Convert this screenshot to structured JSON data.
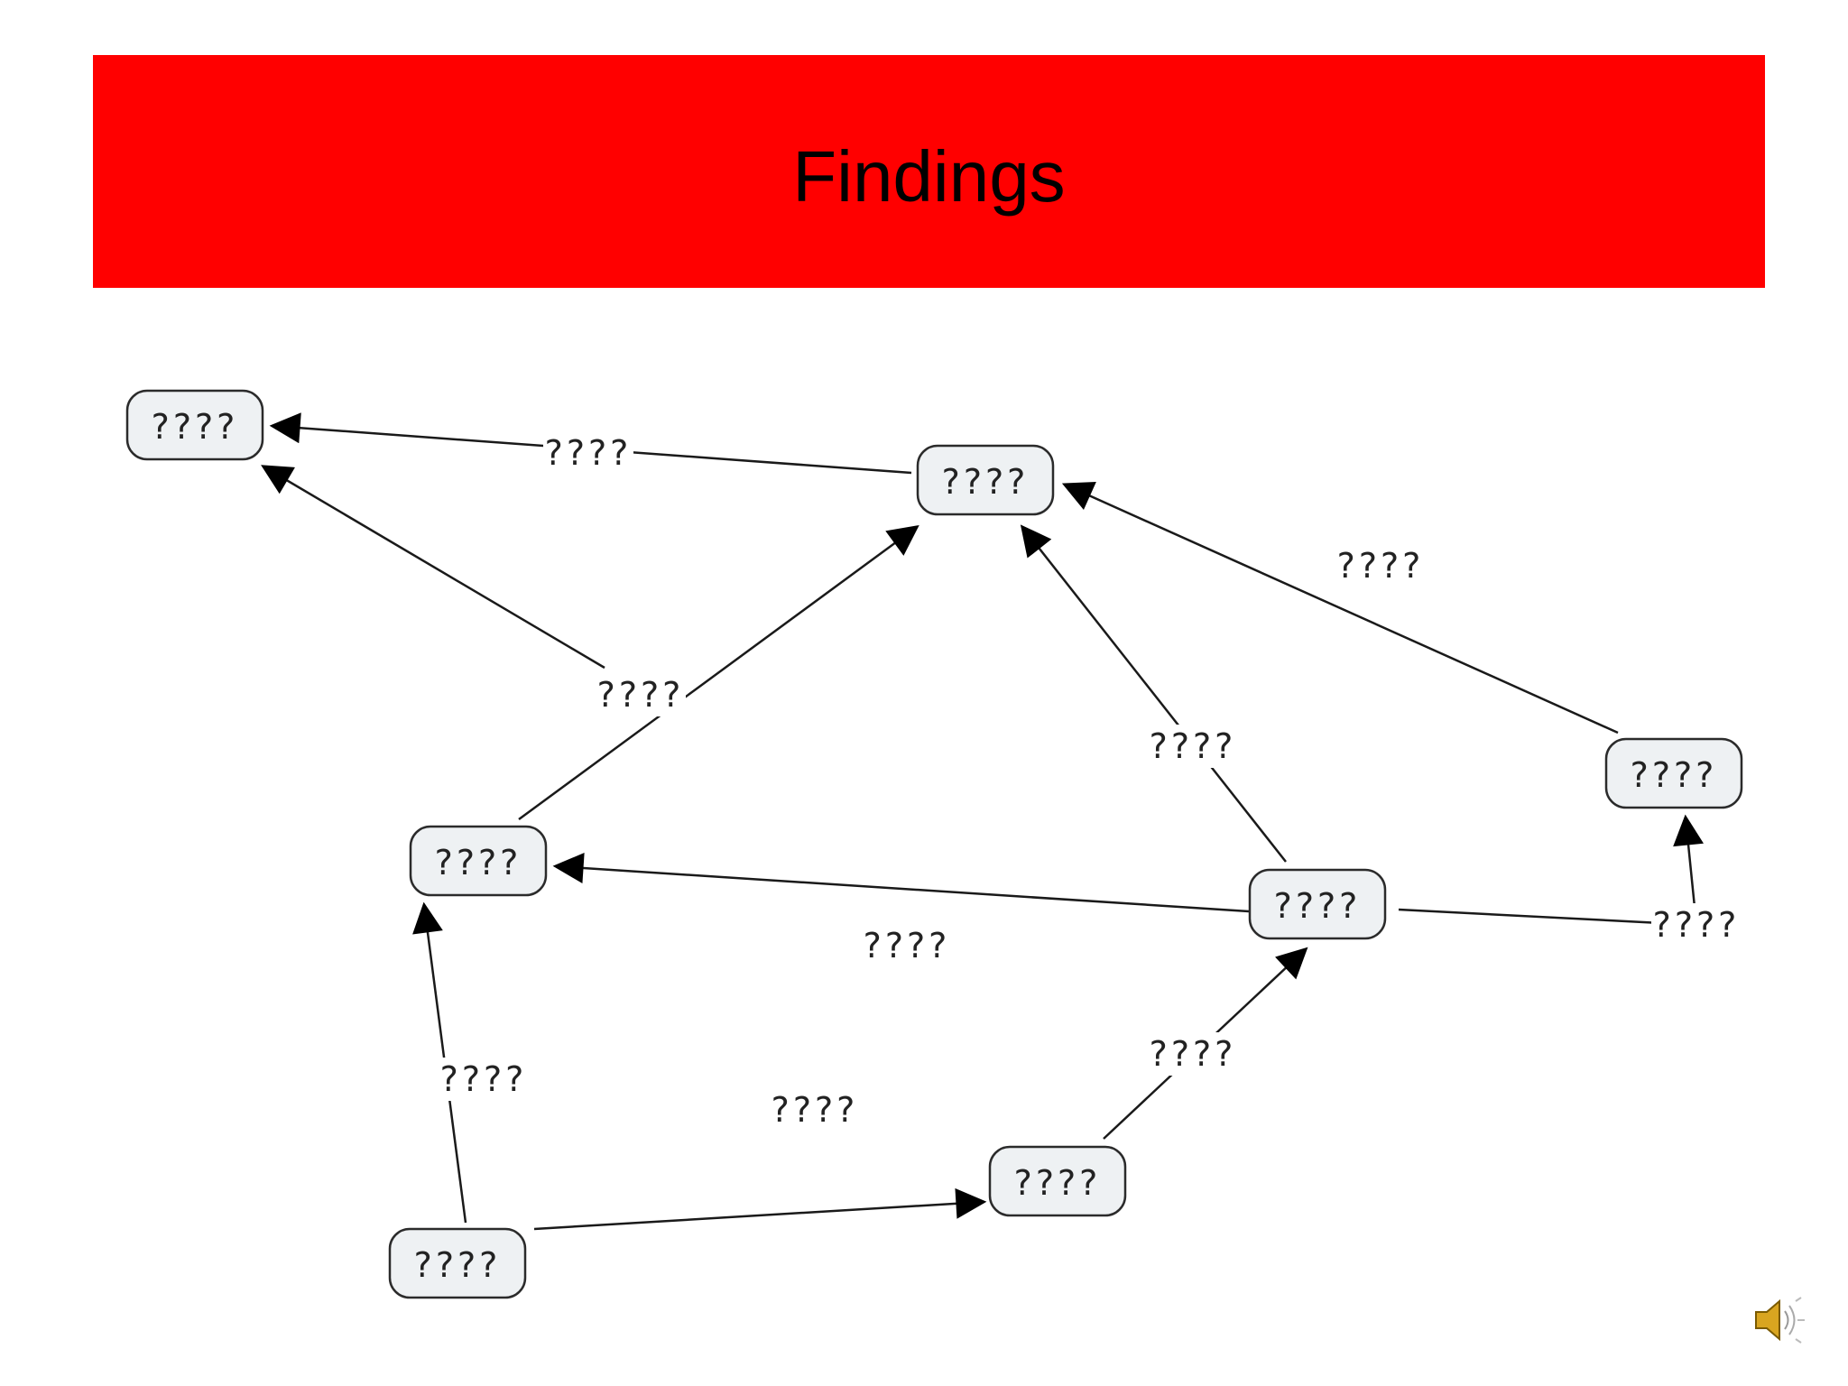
{
  "slide": {
    "title": "Findings"
  },
  "diagram": {
    "nodes": [
      {
        "id": "n1",
        "label": "????"
      },
      {
        "id": "n2",
        "label": "????"
      },
      {
        "id": "n3",
        "label": "????"
      },
      {
        "id": "n4",
        "label": "????"
      },
      {
        "id": "n5",
        "label": "????"
      },
      {
        "id": "n6",
        "label": "????"
      },
      {
        "id": "n7",
        "label": "????"
      },
      {
        "id": "n8",
        "label": "????"
      }
    ],
    "edges": [
      {
        "from": "n2",
        "to": "n1",
        "label": "????"
      },
      {
        "from": "n3",
        "to": "n1",
        "label": "????"
      },
      {
        "from": "n3",
        "to": "n2",
        "label": "????"
      },
      {
        "from": "n4",
        "to": "n2",
        "label": "????"
      },
      {
        "from": "n5",
        "to": "n2",
        "label": "????"
      },
      {
        "from": "n5",
        "to": "n3",
        "label": "????"
      },
      {
        "from": "n5",
        "to": "n4",
        "label": "????"
      },
      {
        "from": "n6",
        "to": "n3",
        "label": "????"
      },
      {
        "from": "n7",
        "to": "n5",
        "label": "????"
      },
      {
        "from": "n6",
        "to": "n7",
        "label": "????"
      }
    ]
  },
  "icons": {
    "speaker": "speaker-icon"
  }
}
